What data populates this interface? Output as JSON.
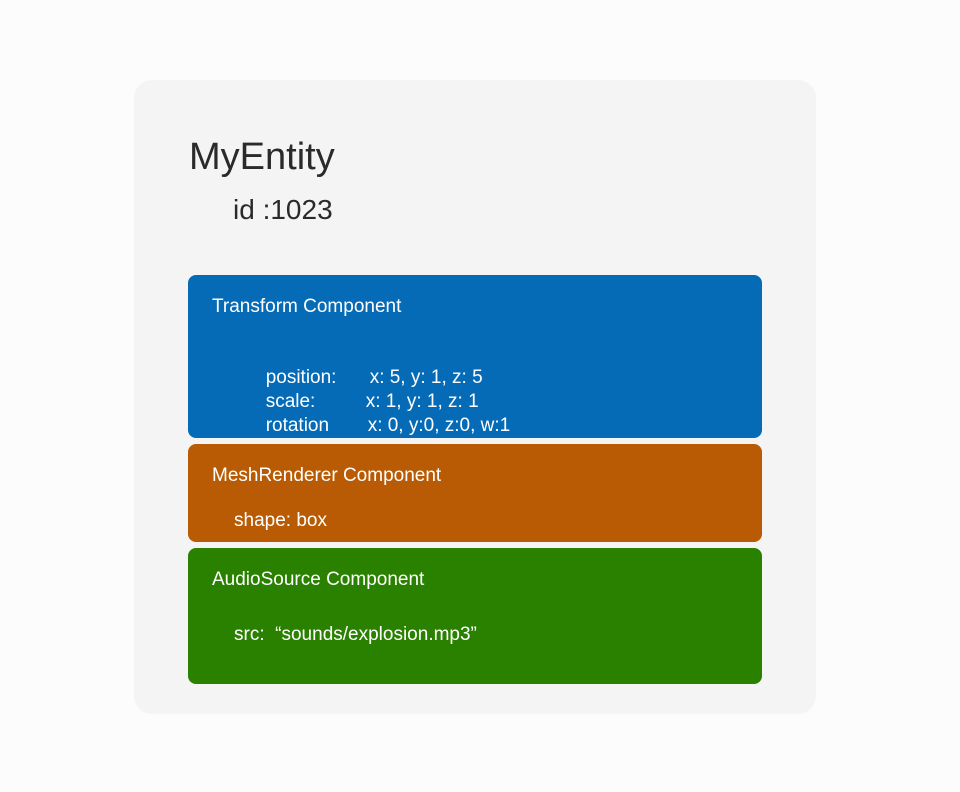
{
  "entity": {
    "name": "MyEntity",
    "id_text": "id :1023"
  },
  "components": {
    "transform": {
      "title": "Transform Component",
      "color": "#066bb6",
      "props": [
        {
          "key": "position:",
          "value": "x: 5, y: 1, z: 5"
        },
        {
          "key": "scale:",
          "value": "x: 1, y: 1, z: 1"
        },
        {
          "key": "rotation",
          "value": "x: 0, y:0, z:0, w:1"
        }
      ]
    },
    "mesh": {
      "title": "MeshRenderer Component",
      "color": "#b85b04",
      "props": [
        {
          "text": "shape: box"
        }
      ]
    },
    "audio": {
      "title": "AudioSource Component",
      "color": "#2a8100",
      "props": [
        {
          "text": "src:  “sounds/explosion.mp3”"
        }
      ]
    }
  }
}
